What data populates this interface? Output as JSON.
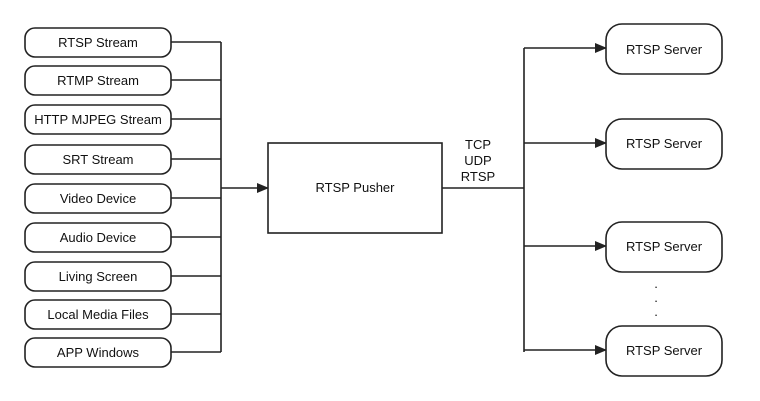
{
  "inputs": [
    "RTSP Stream",
    "RTMP Stream",
    "HTTP MJPEG Stream",
    "SRT Stream",
    "Video Device",
    "Audio Device",
    "Living Screen",
    "Local Media Files",
    "APP Windows"
  ],
  "pusher": {
    "label": "RTSP Pusher"
  },
  "protocols": [
    "TCP",
    "UDP",
    "RTSP"
  ],
  "servers": [
    "RTSP Server",
    "RTSP Server",
    "RTSP Server",
    "RTSP Server"
  ],
  "ellipsis": "."
}
